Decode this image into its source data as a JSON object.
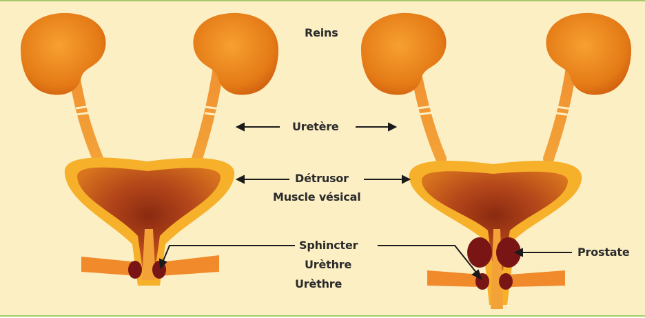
{
  "labels": {
    "reins": "Reins",
    "uretere": "Uretère",
    "detrusor": "Détrusor",
    "muscle_vesical": "Muscle vésical",
    "sphincter": "Sphincter",
    "urethre_1": "Urèthre",
    "urethre_2": "Urèthre",
    "prostate": "Prostate"
  },
  "colors": {
    "background": "#fcefc4",
    "kidney": "#f08a1c",
    "kidney_dark": "#c9560e",
    "ureter": "#f0a040",
    "bladder_outer": "#f6b02a",
    "bladder_inner": "#b8481a",
    "sphincter": "#7a1515",
    "floor": "#f08a2a"
  }
}
